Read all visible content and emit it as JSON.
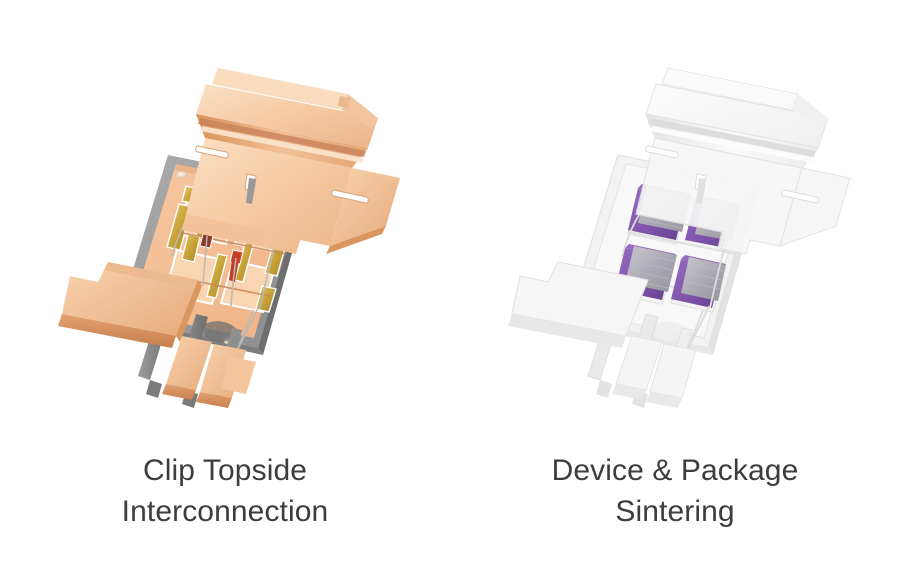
{
  "background_color": "#ffffff",
  "panels": [
    {
      "id": "clip-topside-interconnection",
      "caption": "Clip Topside\nInterconnection",
      "caption_color": "#3d3d3d",
      "render_style": "opaque",
      "illustration": {
        "name": "power-module-clip-render",
        "description": "Copper clip topside interconnection over a DBC substrate with four dies, gold bond pads, wire bonds and gull-wing leads",
        "materials": {
          "copper_light": "#F7D2AE",
          "copper_mid": "#F0B98C",
          "copper_dark": "#DC9B६8",
          "copper_edge": "#C07C4E",
          "gold_pad": "#C9A33A",
          "gold_pad_light": "#E3CB72",
          "substrate_gray": "#9A9A9A",
          "substrate_gray_dark": "#6E6E6E",
          "lead_gray": "#8C8C8C",
          "lead_gray_dark": "#6A6A6A",
          "component_red_dark": "#8B3A2A",
          "component_red_bright": "#D8452A",
          "solder_white": "#F2F2F2"
        }
      }
    },
    {
      "id": "device-package-sintering",
      "caption": "Device & Package\nSintering",
      "caption_color": "#3d3d3d",
      "render_style": "ghosted",
      "illustration": {
        "name": "power-module-sintering-render",
        "description": "Same package shown translucent/ghosted with four purple sinter layers highlighted beneath gray dies",
        "materials": {
          "ghost_fill": "#F4F4F4",
          "ghost_fill_light": "#FAFAFA",
          "ghost_edge": "#DCDCDC",
          "ghost_edge_soft": "#E6E6E6",
          "sinter_purple": "#7B4EA8",
          "sinter_purple_dark": "#5F3A86",
          "sinter_purple_light": "#9269BE",
          "die_gray": "#A8A6AE",
          "die_gray_light": "#C6C4CC",
          "die_gray_dark": "#8E8C96"
        },
        "sinter_layer_count": 4
      }
    }
  ]
}
